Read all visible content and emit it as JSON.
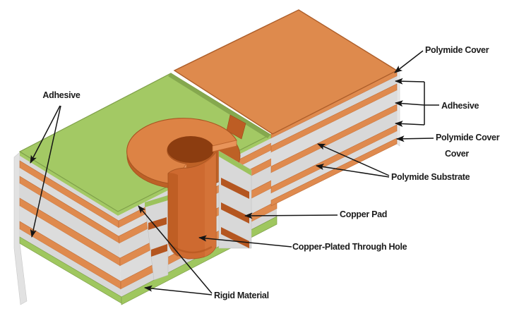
{
  "labels": {
    "adhesive_left": "Adhesive",
    "polymide_cover_top": "Polymide Cover",
    "adhesive_right": "Adhesive",
    "polymide_cover_bottom": "Polymide Cover",
    "cover_extra": "Cover",
    "polymide_substrate": "Polymide Substrate",
    "copper_pad": "Copper Pad",
    "copper_plated_through_hole": "Copper-Plated Through Hole",
    "rigid_material": "Rigid Material"
  },
  "colors": {
    "polymide_orange": "#DE8A4D",
    "rigid_green": "#A3C964",
    "adhesive_gray": "#D8D8D8",
    "copper_barrel": "#CE6A30",
    "copper_pad_dark": "#B45620",
    "outline": "#AD5E2A",
    "label_text": "#1B1B1B",
    "background": "#FFFFFF"
  }
}
